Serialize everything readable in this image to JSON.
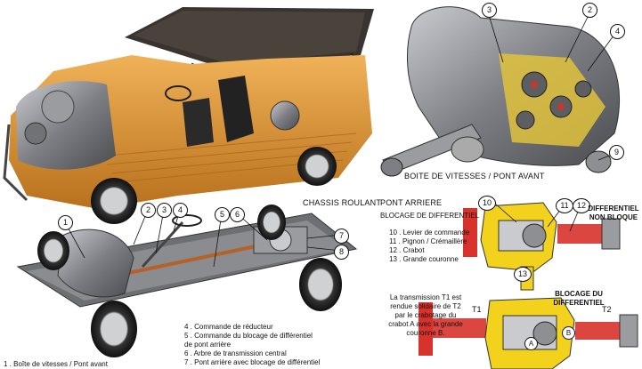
{
  "captions": {
    "gearbox": "BOITE DE VITESSES / PONT AVANT",
    "chassis": "CHASSIS ROULANT",
    "rear_axle": "PONT ARRIERE",
    "differential_lock": "BLOCAGE DE DIFFERENTIEL"
  },
  "chassis_legend": [
    "4 . Commande de réducteur",
    "5 . Commande du blocage de différentiel",
    "     de pont arrière",
    "6 . Arbre de transmission central",
    "7 . Pont arrière avec blocage de différentiel"
  ],
  "footer_left": "1 . Boîte de vitesses / Pont avant",
  "rear_legend": [
    "10 . Levier de commande",
    "11 . Pignon / Crémaillère",
    "12 . Crabot",
    "13 . Grande couronne"
  ],
  "transmission_note": [
    "La transmission T1 est",
    "rendue solidaire de T2",
    "par le crabotage du",
    "crabot A avec la grande",
    "couronne B."
  ],
  "diff_labels": {
    "unlocked": [
      "DIFFERENTIEL",
      "NON BLOQUE"
    ],
    "locked": [
      "BLOCAGE DU",
      "DIFFERENTIEL"
    ],
    "t1": "T1",
    "t2": "T2",
    "a": "A",
    "b": "B"
  },
  "callouts": {
    "n1": "1",
    "n2": "2",
    "n3": "3",
    "n4": "4",
    "n5": "5",
    "n6": "6",
    "n7": "7",
    "n8": "8",
    "n9": "9",
    "n10": "10",
    "n11": "11",
    "n12": "12",
    "n13": "13"
  },
  "colors": {
    "body_orange": "#d9902e",
    "roof_dark": "#3a3430",
    "metal_grey": "#8d8f93",
    "diff_yellow": "#f2d21c",
    "diff_red": "#d8322c",
    "chassis_grey": "#6d6f72"
  }
}
